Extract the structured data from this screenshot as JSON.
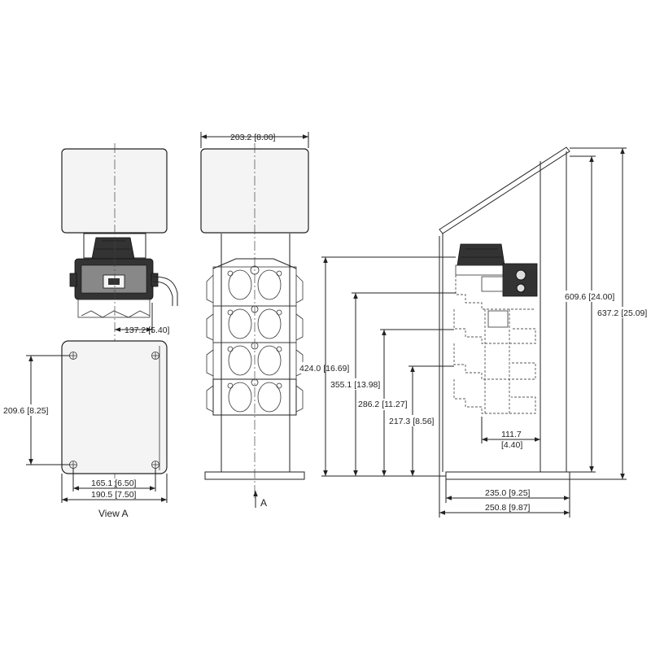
{
  "dimensions": {
    "top_width": "203.2 [8.00]",
    "offset": "137.2 [5.40]",
    "plate_height": "209.6 [8.25]",
    "hole_spacing": "165.1 [6.50]",
    "plate_width": "190.5 [7.50]",
    "h424": "424.0 [16.69]",
    "h355": "355.1 [13.98]",
    "h286": "286.2 [11.27]",
    "h217": "217.3 [8.56]",
    "depth_a": "111.7",
    "depth_b": "[4.40]",
    "h609": "609.6 [24.00]",
    "h637": "637.2 [25.09]",
    "base_235": "235.0 [9.25]",
    "base_250": "250.8 [9.87]"
  },
  "labels": {
    "view_a": "View A",
    "arrow_a": "A"
  }
}
